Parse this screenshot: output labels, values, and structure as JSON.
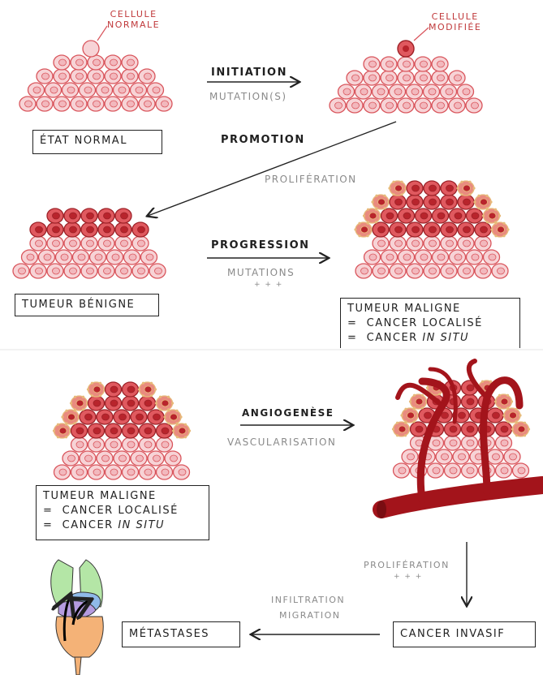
{
  "panel1": {
    "label_normal_cell": [
      "CELLULE",
      "NORMALE"
    ],
    "label_modified_cell": [
      "CELLULE",
      "MODIFIÉE"
    ],
    "step_initiation": "INITIATION",
    "sub_initiation": "MUTATION(S)",
    "box_normal_state": "ÉTAT NORMAL",
    "step_promotion": "PROMOTION",
    "sub_promotion": "PROLIFÉRATION",
    "box_benign": "TUMEUR BÉNIGNE",
    "step_progression": "PROGRESSION",
    "sub_progression": "MUTATIONS",
    "sub_progression_plus": "+ + +",
    "box_malignant": {
      "title": "TUMEUR MALIGNE",
      "line1_prefix": "=",
      "line1": "CANCER LOCALISÉ",
      "line2_prefix": "=",
      "line2_a": "CANCER",
      "line2_b": "IN SITU"
    }
  },
  "panel2": {
    "step_angiogenesis": "ANGIOGENÈSE",
    "sub_angiogenesis": "VASCULARISATION",
    "box_malignant": {
      "title": "TUMEUR MALIGNE",
      "line1_prefix": "=",
      "line1": "CANCER LOCALISÉ",
      "line2_prefix": "=",
      "line2_a": "CANCER",
      "line2_b": "IN SITU"
    },
    "sub_proliferation": "PROLIFÉRATION",
    "sub_proliferation_plus": "+ + +",
    "box_invasive": "CANCER INVASIF",
    "step_infiltration": "INFILTRATION",
    "step_migration": "MIGRATION",
    "box_metastases": "MÉTASTASES"
  },
  "colors": {
    "cell_fill": "#f7d3d6",
    "cell_stroke": "#d9555c",
    "cell_nucleus": "#f2b8bd",
    "tumor_fill": "#e0595f",
    "tumor_nucleus": "#b8242c",
    "malignant_edge": "#e7b97a",
    "vessel": "#a3141b",
    "lung_green": "#b4e6a6",
    "heart_blue": "#8fb9e8",
    "liver_purple": "#b59be0",
    "intestine_orange": "#f4b277"
  }
}
